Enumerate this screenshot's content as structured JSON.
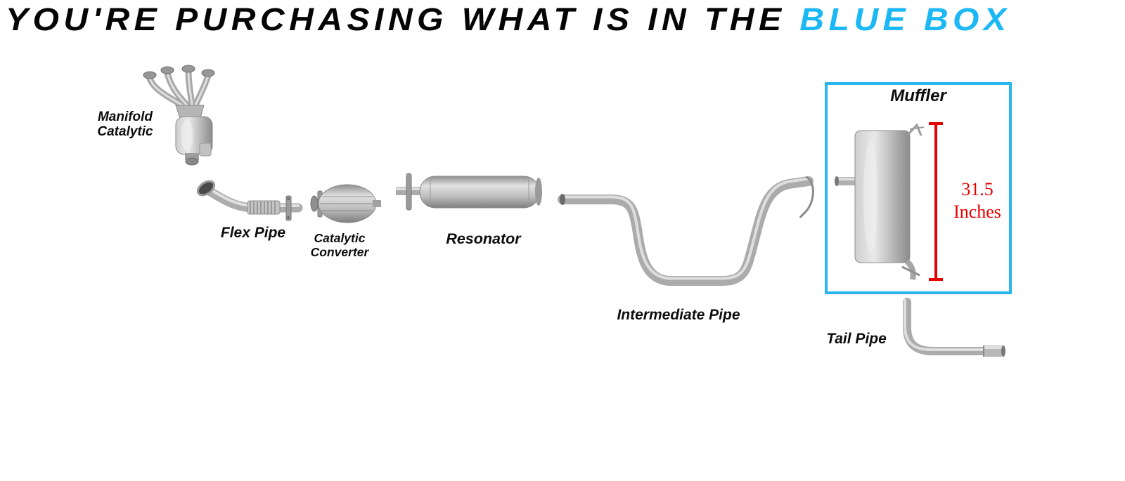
{
  "header": {
    "title_black": "YOU'RE PURCHASING WHAT IS IN THE",
    "title_blue": "BLUE BOX"
  },
  "diagram": {
    "manifold": {
      "line1": "Manifold",
      "line2": "Catalytic"
    },
    "flex_pipe": {
      "label": "Flex Pipe"
    },
    "catalytic_converter": {
      "line1": "Catalytic",
      "line2": "Converter"
    },
    "resonator": {
      "label": "Resonator"
    },
    "intermediate_pipe": {
      "label": "Intermediate Pipe"
    },
    "muffler": {
      "label": "Muffler",
      "measurement": {
        "value": "31.5",
        "unit": "Inches"
      }
    },
    "tail_pipe": {
      "label": "Tail Pipe"
    }
  },
  "colors": {
    "title_highlight_blue": "#1cb8f5",
    "blue_box_border": "#2ab5ee",
    "measurement_red": "#e60000"
  }
}
